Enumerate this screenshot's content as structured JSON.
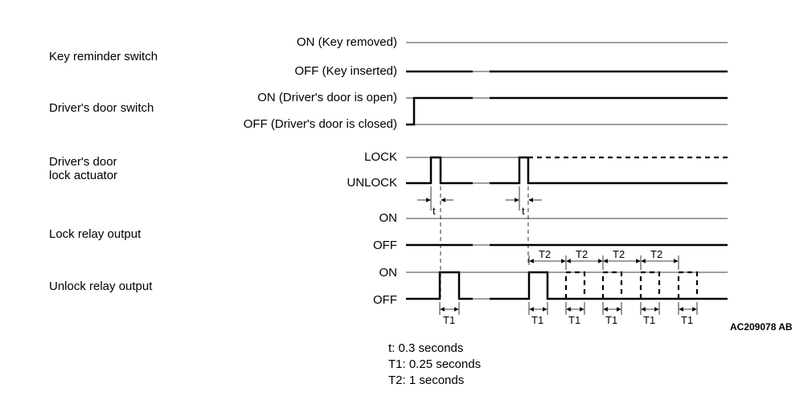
{
  "signals": {
    "key_reminder": {
      "name": "Key reminder switch",
      "high": "ON (Key removed)",
      "low": "OFF (Key inserted)"
    },
    "door_switch": {
      "name": "Driver's door switch",
      "high": "ON (Driver's door  is open)",
      "low": "OFF (Driver's door is closed)"
    },
    "lock_actuator": {
      "name_line1": "Driver's door",
      "name_line2": "lock actuator",
      "high": "LOCK",
      "low": "UNLOCK"
    },
    "lock_relay": {
      "name": "Lock relay output",
      "high": "ON",
      "low": "OFF"
    },
    "unlock_relay": {
      "name": "Unlock relay output",
      "high": "ON",
      "low": "OFF"
    }
  },
  "annotations": {
    "t": "t",
    "T1": "T1",
    "T2": "T2"
  },
  "figure_code": "AC209078 AB",
  "legend": {
    "t": "t: 0.3 seconds",
    "T1": "T1: 0.25 seconds",
    "T2": "T2: 1 seconds"
  }
}
